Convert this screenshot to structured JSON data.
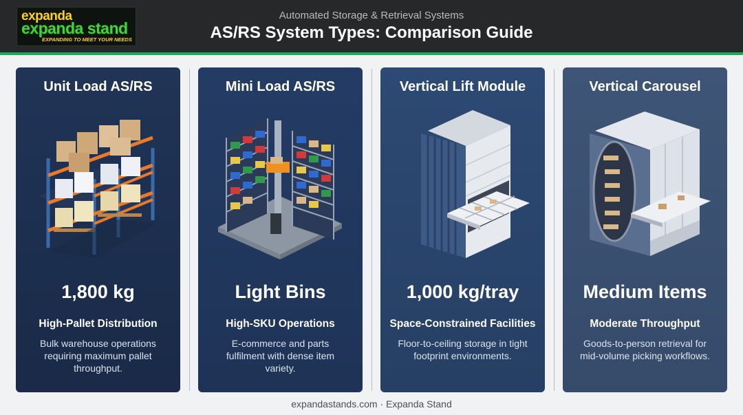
{
  "header": {
    "logo": {
      "top": "expanda",
      "main": "expanda stand",
      "tagline": "EXPANDING TO MEET YOUR NEEDS"
    },
    "subtitle": "Automated Storage & Retrieval Systems",
    "title": "AS/RS System Types: Comparison Guide"
  },
  "cards": [
    {
      "title": "Unit Load AS/RS",
      "metric": "1,800 kg",
      "subtitle": "High-Pallet Distribution",
      "description": "Bulk warehouse operations requiring maximum pallet throughput.",
      "illustration": "pallet-rack-illustration"
    },
    {
      "title": "Mini Load AS/RS",
      "metric": "Light Bins",
      "subtitle": "High-SKU Operations",
      "description": "E-commerce and parts fulfilment with dense item variety.",
      "illustration": "bin-shelving-illustration"
    },
    {
      "title": "Vertical Lift Module",
      "metric": "1,000 kg/tray",
      "subtitle": "Space-Constrained Facilities",
      "description": "Floor-to-ceiling storage in tight footprint environments.",
      "illustration": "vertical-lift-module-illustration"
    },
    {
      "title": "Vertical Carousel",
      "metric": "Medium Items",
      "subtitle": "Moderate Throughput",
      "description": "Goods-to-person retrieval for mid-volume picking workflows.",
      "illustration": "vertical-carousel-illustration"
    }
  ],
  "footer": {
    "text": "expandastands.com · Expanda Stand"
  },
  "colors": {
    "header_bg": "#262829",
    "accent_green": "#1aa85a",
    "card_1": "#1e3150",
    "card_2": "#22385f",
    "card_3": "#2a456d",
    "card_4": "#3a5072",
    "pallet_orange": "#e87a2a",
    "rack_blue": "#3a6aa8"
  }
}
